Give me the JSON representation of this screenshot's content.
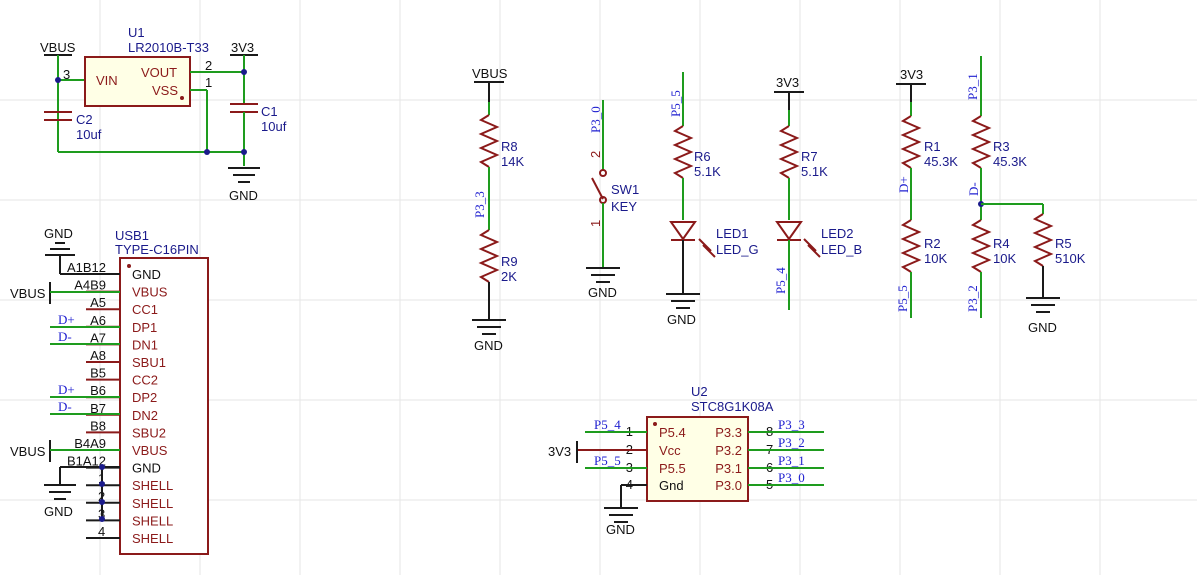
{
  "colors": {
    "wire": "#1e9c1e",
    "component": "#8b1a1a",
    "ic_fill": "#ffffe6",
    "net_label": "#2020d0",
    "designator": "#1a1a8b",
    "text": "#111111"
  },
  "u1": {
    "ref": "U1",
    "value": "LR2010B-T33",
    "pin_vin": "VIN",
    "pin_vout": "VOUT",
    "pin_vss": "VSS",
    "pin_num_vin": "3",
    "pin_num_vout": "2",
    "pin_num_vss": "1",
    "port_in": "VBUS",
    "port_out": "3V3",
    "gnd": "GND"
  },
  "c1": {
    "ref": "C1",
    "value": "10uf"
  },
  "c2": {
    "ref": "C2",
    "value": "10uf"
  },
  "usb1": {
    "ref": "USB1",
    "value": "TYPE-C16PIN",
    "pins": [
      {
        "num": "A1B12",
        "name": "GND"
      },
      {
        "num": "A4B9",
        "name": "VBUS"
      },
      {
        "num": "A5",
        "name": "CC1"
      },
      {
        "num": "A6",
        "name": "DP1"
      },
      {
        "num": "A7",
        "name": "DN1"
      },
      {
        "num": "A8",
        "name": "SBU1"
      },
      {
        "num": "B5",
        "name": "CC2"
      },
      {
        "num": "B6",
        "name": "DP2"
      },
      {
        "num": "B7",
        "name": "DN2"
      },
      {
        "num": "B8",
        "name": "SBU2"
      },
      {
        "num": "B4A9",
        "name": "VBUS"
      },
      {
        "num": "B1A12",
        "name": "GND"
      },
      {
        "num": "1",
        "name": "SHELL"
      },
      {
        "num": "2",
        "name": "SHELL"
      },
      {
        "num": "3",
        "name": "SHELL"
      },
      {
        "num": "4",
        "name": "SHELL"
      }
    ],
    "gnd_top": "GND",
    "gnd_bottom": "GND",
    "port_vbus1": "VBUS",
    "port_vbus2": "VBUS",
    "net_dp1": "D+",
    "net_dn1": "D-",
    "net_dp2": "D+",
    "net_dn2": "D-"
  },
  "r8": {
    "ref": "R8",
    "value": "14K"
  },
  "r9": {
    "ref": "R9",
    "value": "2K"
  },
  "divider_left": {
    "top_port": "VBUS",
    "net": "P3_3",
    "gnd": "GND"
  },
  "sw1": {
    "ref": "SW1",
    "value": "KEY",
    "net": "P3_0",
    "pin_a": "2",
    "pin_b": "1",
    "gnd": "GND"
  },
  "r6": {
    "ref": "R6",
    "value": "5.1K",
    "net": "P5_5"
  },
  "led1": {
    "ref": "LED1",
    "value": "LED_G",
    "gnd": "GND"
  },
  "r7": {
    "ref": "R7",
    "value": "5.1K",
    "port": "3V3"
  },
  "led2": {
    "ref": "LED2",
    "value": "LED_B",
    "net": "P5_4"
  },
  "r1": {
    "ref": "R1",
    "value": "45.3K",
    "port": "3V3"
  },
  "r2": {
    "ref": "R2",
    "value": "10K",
    "net_top": "D+",
    "net_bottom": "P5_5"
  },
  "r3": {
    "ref": "R3",
    "value": "45.3K",
    "net_top": "P3_1"
  },
  "r4": {
    "ref": "R4",
    "value": "10K",
    "net_mid": "D-",
    "net_bottom": "P3_2"
  },
  "r5": {
    "ref": "R5",
    "value": "510K",
    "gnd": "GND"
  },
  "u2": {
    "ref": "U2",
    "value": "STC8G1K08A",
    "left_pins": [
      {
        "num": "1",
        "name": "P5.4",
        "net": "P5_4"
      },
      {
        "num": "2",
        "name": "Vcc",
        "net": "3V3"
      },
      {
        "num": "3",
        "name": "P5.5",
        "net": "P5_5"
      },
      {
        "num": "4",
        "name": "Gnd",
        "net": "GND"
      }
    ],
    "right_pins": [
      {
        "num": "8",
        "name": "P3.3",
        "net": "P3_3"
      },
      {
        "num": "7",
        "name": "P3.2",
        "net": "P3_2"
      },
      {
        "num": "6",
        "name": "P3.1",
        "net": "P3_1"
      },
      {
        "num": "5",
        "name": "P3.0",
        "net": "P3_0"
      }
    ]
  }
}
